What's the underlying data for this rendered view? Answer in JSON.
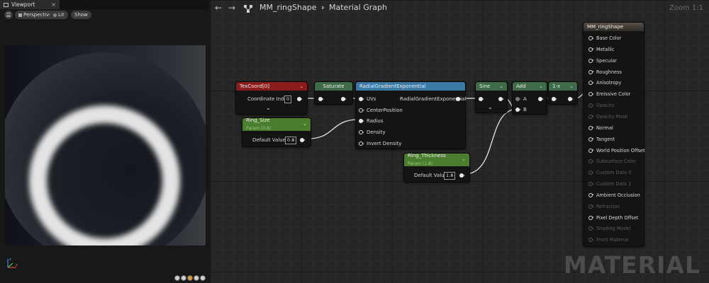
{
  "viewport": {
    "tab_label": "Viewport",
    "tab_close": "×",
    "toolbar": {
      "perspective": "Perspective",
      "lit": "Lit",
      "show": "Show"
    },
    "axis_labels": {
      "z": "z",
      "x": "x"
    },
    "footer_icon_colors": [
      "#cfcfcf",
      "#cfcfcf",
      "#e09a2c",
      "#cfcfcf",
      "#cfcfcf"
    ]
  },
  "graph": {
    "breadcrumb_asset": "MM_ringShape",
    "breadcrumb_separator": "›",
    "breadcrumb_page": "Material Graph",
    "back_arrow": "←",
    "forward_arrow": "→",
    "zoom": "Zoom 1:1",
    "watermark": "MATERIAL",
    "colors": {
      "texcoord_header": "#8b1c1c",
      "param_header": "#4b7d2e",
      "function_header": "#3a7aa5",
      "math_header": "#3f6b48",
      "result_header": "#3c3c3c"
    }
  },
  "nodes": {
    "texcoord": {
      "title": "TexCoord[0]",
      "chevron": "⌄",
      "coordinate_index_label": "Coordinate Index",
      "coordinate_index_value": "0",
      "expand": "⌄"
    },
    "saturate": {
      "title": "Saturate"
    },
    "radial": {
      "title": "RadialGradientExponential",
      "inputs": [
        "UVs",
        "CenterPosition",
        "Radius",
        "Density",
        "Invert Density"
      ],
      "output": "RadialGradientExponential"
    },
    "ring_size": {
      "title": "Ring_Size",
      "subtitle": "Param (0.8)",
      "chevron": "⌄",
      "default_label": "Default Value",
      "default_value": "0.8"
    },
    "ring_thickness": {
      "title": "Ring_Thickness",
      "subtitle": "Param (1.8)",
      "chevron": "⌄",
      "default_label": "Default Value",
      "default_value": "1.8"
    },
    "sine": {
      "title": "Sine",
      "chevron": "⌄",
      "expand": "⌄"
    },
    "add": {
      "title": "Add",
      "chevron": "⌄",
      "input_a": "A",
      "input_b": "B"
    },
    "one_minus": {
      "title": "1-x",
      "chevron": "⌄"
    },
    "result": {
      "title": "MM_ringShape",
      "pins": [
        {
          "label": "Base Color",
          "enabled": true
        },
        {
          "label": "Metallic",
          "enabled": true
        },
        {
          "label": "Specular",
          "enabled": true
        },
        {
          "label": "Roughness",
          "enabled": true
        },
        {
          "label": "Anisotropy",
          "enabled": true
        },
        {
          "label": "Emissive Color",
          "enabled": true
        },
        {
          "label": "Opacity",
          "enabled": false
        },
        {
          "label": "Opacity Mask",
          "enabled": false
        },
        {
          "label": "Normal",
          "enabled": true
        },
        {
          "label": "Tangent",
          "enabled": true
        },
        {
          "label": "World Position Offset",
          "enabled": true
        },
        {
          "label": "Subsurface Color",
          "enabled": false
        },
        {
          "label": "Custom Data 0",
          "enabled": false
        },
        {
          "label": "Custom Data 1",
          "enabled": false
        },
        {
          "label": "Ambient Occlusion",
          "enabled": true
        },
        {
          "label": "Refraction",
          "enabled": false
        },
        {
          "label": "Pixel Depth Offset",
          "enabled": true
        },
        {
          "label": "Shading Model",
          "enabled": false
        },
        {
          "label": "Front Material",
          "enabled": false
        }
      ]
    }
  }
}
